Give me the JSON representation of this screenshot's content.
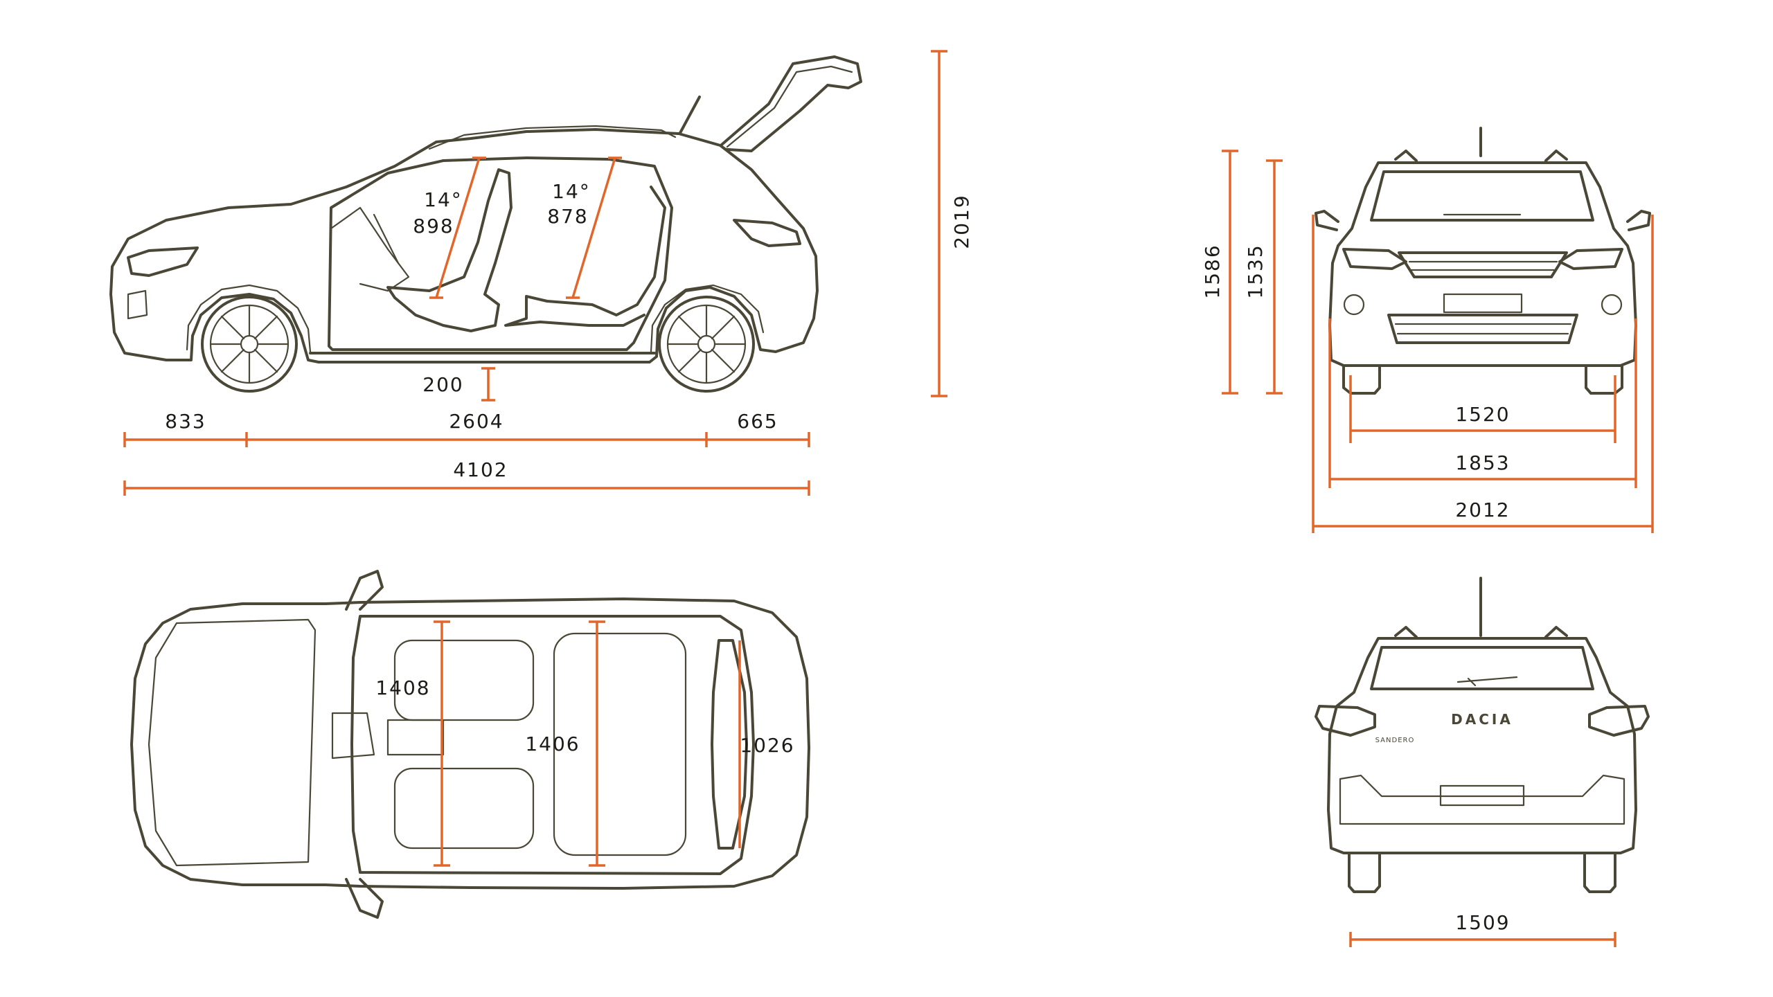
{
  "colors": {
    "line": "#4a4736",
    "dimension": "#e2662a",
    "text": "#1c1b17",
    "background": "#ffffff"
  },
  "side_view": {
    "seat_angle_front": "14°",
    "seat_height_front": "898",
    "seat_angle_rear": "14°",
    "seat_height_rear": "878",
    "ground_clearance": "200",
    "front_overhang": "833",
    "wheelbase": "2604",
    "rear_overhang": "665",
    "overall_length": "4102",
    "height_tailgate_open": "2019"
  },
  "front_view": {
    "height_with_rails": "1586",
    "height": "1535",
    "front_track": "1520",
    "width": "1853",
    "width_with_mirrors": "2012"
  },
  "top_view": {
    "front_elbow_width": "1408",
    "rear_elbow_width": "1406",
    "boot_width": "1026"
  },
  "rear_view": {
    "brand_badge": "DACIA",
    "model_badge": "SANDERO",
    "rear_track": "1509"
  }
}
